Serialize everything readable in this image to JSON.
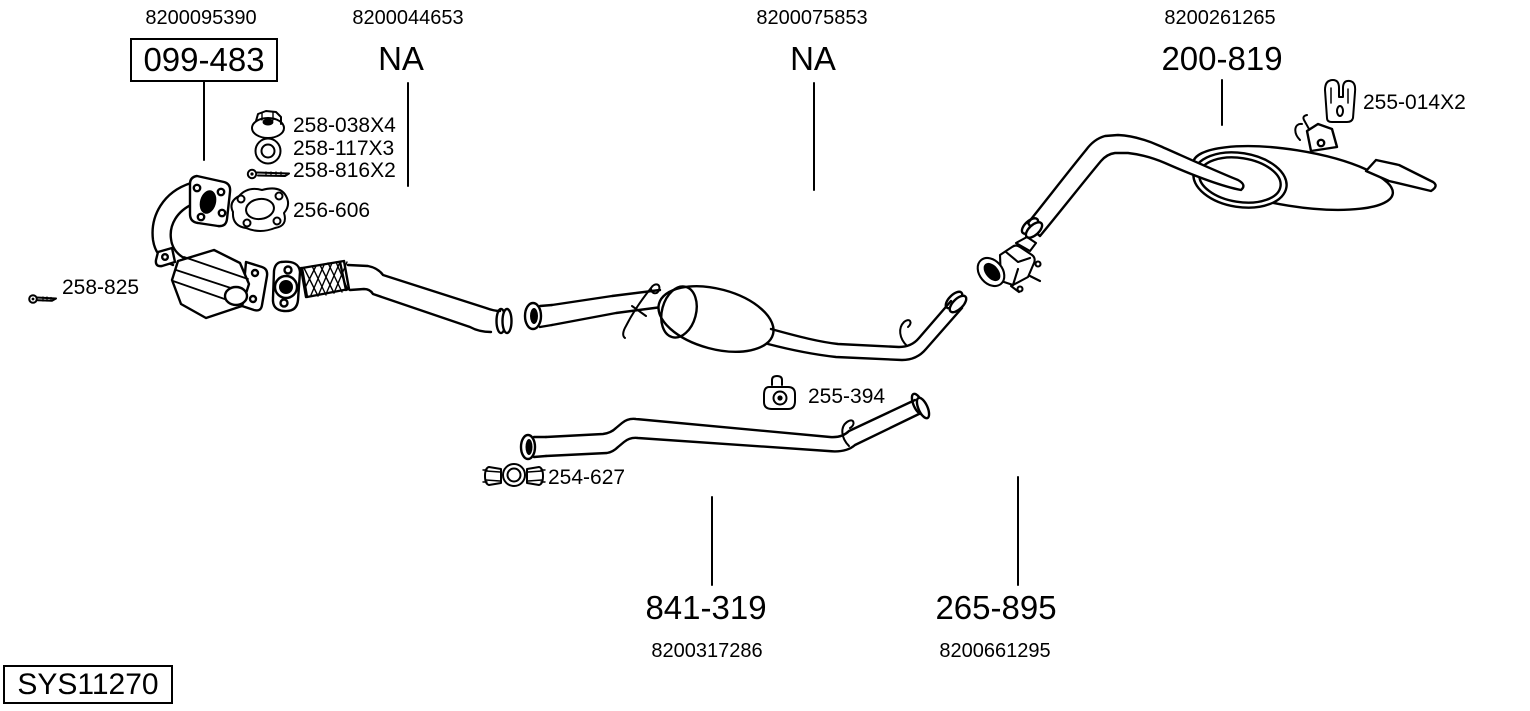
{
  "colors": {
    "ink": "#000000",
    "background": "#ffffff"
  },
  "diagram": {
    "system_code": "SYS11270",
    "sections": [
      {
        "id": "front-downpipe-catalyst",
        "oem_ref": "8200095390",
        "part_code": "099-483",
        "boxed": true
      },
      {
        "id": "front-flex-pipe",
        "oem_ref": "8200044653",
        "part_code": "NA",
        "boxed": false
      },
      {
        "id": "centre-silencer",
        "oem_ref": "8200075853",
        "part_code": "NA",
        "boxed": false
      },
      {
        "id": "rear-silencer",
        "oem_ref": "8200261265",
        "part_code": "200-819",
        "boxed": false
      },
      {
        "id": "connecting-pipe",
        "oem_ref": "8200317286",
        "part_code": "841-319",
        "boxed": false
      },
      {
        "id": "tail-joint",
        "oem_ref": "8200661295",
        "part_code": "265-895",
        "boxed": false
      }
    ],
    "fitting_parts": [
      {
        "icon": "nut-icon",
        "code": "258-038X4"
      },
      {
        "icon": "ring-seal-icon",
        "code": "258-117X3"
      },
      {
        "icon": "bolt-icon",
        "code": "258-816X2"
      },
      {
        "icon": "gasket-icon",
        "code": "256-606"
      },
      {
        "icon": "bolt-icon",
        "code": "258-825"
      },
      {
        "icon": "rubber-hanger-icon",
        "code": "255-014X2"
      },
      {
        "icon": "rubber-mount-icon",
        "code": "255-394"
      },
      {
        "icon": "pipe-clamp-icon",
        "code": "254-627"
      }
    ]
  }
}
